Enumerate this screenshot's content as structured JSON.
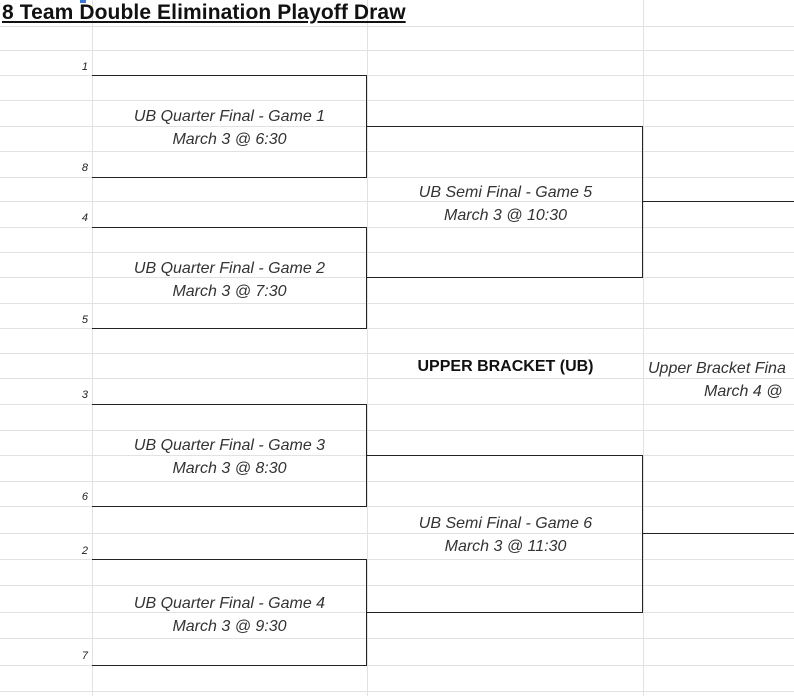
{
  "sheet": {
    "title": "8 Team Double Elimination Playoff Draw",
    "section_label": "UPPER BRACKET (UB)"
  },
  "seeds": [
    "1",
    "8",
    "4",
    "5",
    "3",
    "6",
    "2",
    "7"
  ],
  "games": {
    "g1": {
      "title": "UB Quarter Final - Game 1",
      "time": "March 3 @ 6:30"
    },
    "g2": {
      "title": "UB Quarter Final - Game 2",
      "time": "March 3 @ 7:30"
    },
    "g3": {
      "title": "UB Quarter Final - Game 3",
      "time": "March 3 @ 8:30"
    },
    "g4": {
      "title": "UB Quarter Final - Game 4",
      "time": "March 3 @ 9:30"
    },
    "g5": {
      "title": "UB Semi Final - Game 5",
      "time": "March 3 @ 10:30"
    },
    "g6": {
      "title": "UB Semi Final - Game 6",
      "time": "March 3  @ 11:30"
    },
    "final": {
      "title": "Upper Bracket Fina",
      "time": "March 4 @"
    }
  }
}
